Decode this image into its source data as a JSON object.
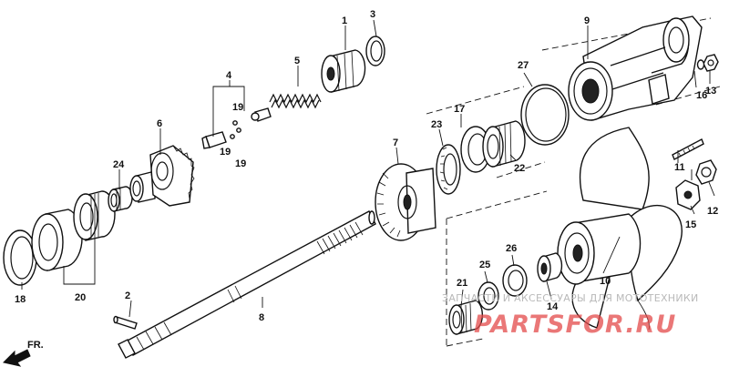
{
  "diagram": {
    "callouts": {
      "c1": "1",
      "c2": "2",
      "c3": "3",
      "c4": "4",
      "c5": "5",
      "c6": "6",
      "c7": "7",
      "c8": "8",
      "c9": "9",
      "c10": "10",
      "c11": "11",
      "c12": "12",
      "c13": "13",
      "c14": "14",
      "c15": "15",
      "c16": "16",
      "c17": "17",
      "c18": "18",
      "c19a": "19",
      "c19b": "19",
      "c19c": "19",
      "c20": "20",
      "c21": "21",
      "c22": "22",
      "c23": "23",
      "c24": "24",
      "c25": "25",
      "c26": "26",
      "c27": "27"
    },
    "direction_label": "FR.",
    "watermark": {
      "caption": "ЗАПЧАСТИ И АКСЕССУАРЫ ДЛЯ МОТОТЕХНИКИ",
      "logo": "PARTSFOR.RU"
    }
  }
}
